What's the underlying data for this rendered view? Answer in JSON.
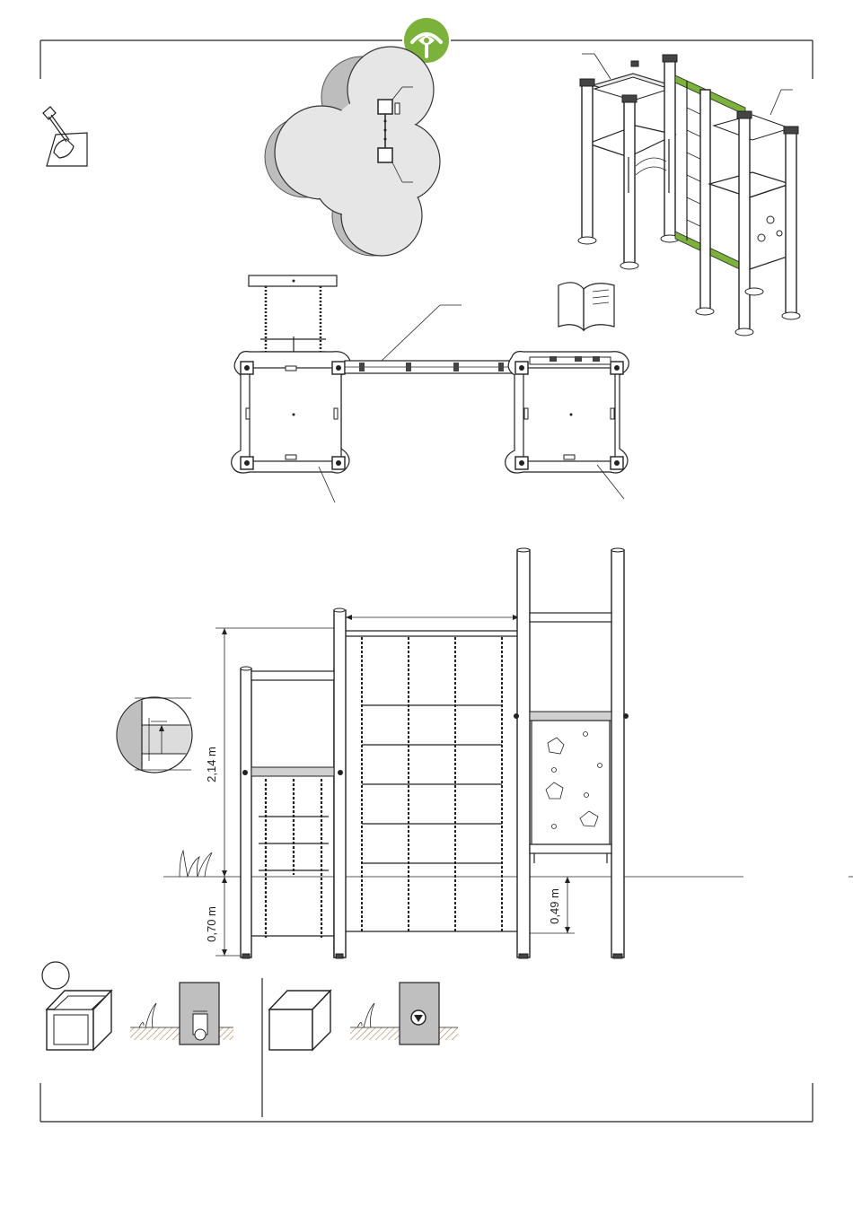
{
  "dimensions": {
    "height_above_ground": "2,14 m",
    "foundation_depth": "0,70 m",
    "climbing_wall_depth": "0,49 m"
  },
  "colors": {
    "accent_green": "#7ab23a",
    "cloud_fill": "#e6e6e6",
    "cloud_shadow": "#bdbdbd",
    "ground_hatch": "#b08a5a",
    "concrete_grey": "#bfbfbf"
  },
  "icons": {
    "logo": "tuv-gs-leaf-icon",
    "shovel": "shovel-icon",
    "manual": "open-manual-icon",
    "grass": "grass-icon",
    "anchor": "ground-anchor-icon"
  }
}
